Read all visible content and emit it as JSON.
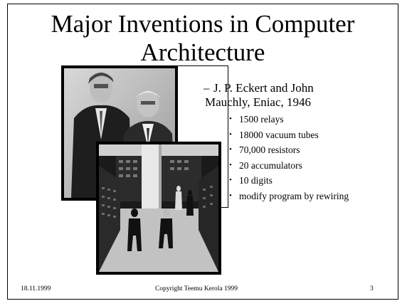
{
  "slide": {
    "title_line1": "Major Inventions in Computer",
    "title_line2": "Architecture",
    "main_bullet_dash": "–",
    "main_bullet_line1": "J. P. Eckert and John",
    "main_bullet_line2": "Mauchly, Eniac, 1946",
    "sub_bullets": [
      "1500 relays",
      "18000 vacuum tubes",
      "70,000 resistors",
      "20 accumulators",
      "10 digits",
      "modify program by rewiring"
    ],
    "bullet_glyph": "•"
  },
  "footer": {
    "date": "18.11.1999",
    "copyright": "Copyright Teemu Kerola 1999",
    "page": "3"
  },
  "images": {
    "portrait": "photo-eckert-mauchly",
    "room": "photo-eniac-room"
  }
}
